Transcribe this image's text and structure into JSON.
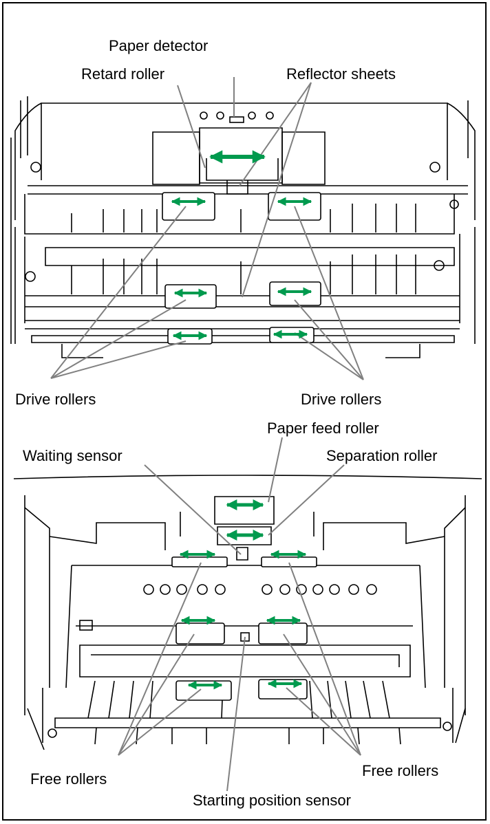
{
  "labels": {
    "paper_detector": "Paper detector",
    "retard_roller": "Retard roller",
    "reflector_sheets": "Reflector sheets",
    "drive_rollers_left": "Drive rollers",
    "drive_rollers_right": "Drive rollers",
    "paper_feed_roller": "Paper feed roller",
    "waiting_sensor": "Waiting sensor",
    "separation_roller": "Separation roller",
    "free_rollers_left": "Free rollers",
    "free_rollers_right": "Free rollers",
    "starting_position_sensor": "Starting position sensor"
  },
  "colors": {
    "arrow": "#009a4e",
    "leader": "#808080",
    "line": "#000000"
  }
}
